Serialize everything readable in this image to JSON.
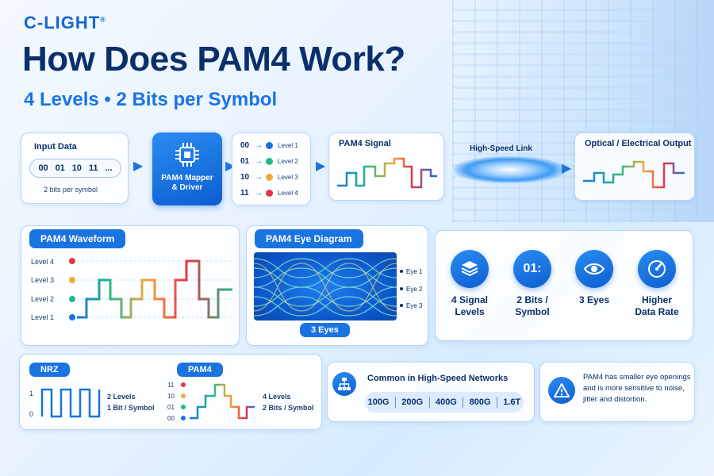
{
  "brand": {
    "logo": "C-LIGHT",
    "reg": "®"
  },
  "header": {
    "title": "How Does PAM4 Work?",
    "subtitle": "4 Levels • 2 Bits per Symbol"
  },
  "flow": {
    "input": {
      "title": "Input Data",
      "bits": [
        "00",
        "01",
        "10",
        "11",
        "..."
      ],
      "caption": "2 bits per symbol"
    },
    "mapper": {
      "label_line1": "PAM4 Mapper",
      "label_line2": "& Driver"
    },
    "mapping": [
      {
        "code": "00",
        "level": "Level 1",
        "color": "#1a74e0"
      },
      {
        "code": "01",
        "level": "Level 2",
        "color": "#1fb98a"
      },
      {
        "code": "10",
        "level": "Level 3",
        "color": "#f2a93b"
      },
      {
        "code": "11",
        "level": "Level 4",
        "color": "#e8334a"
      }
    ],
    "signal": {
      "title": "PAM4 Signal"
    },
    "link": {
      "title": "High-Speed Link"
    },
    "output": {
      "title": "Optical / Electrical Output"
    }
  },
  "waveform": {
    "title": "PAM4 Waveform",
    "levels": [
      "Level 4",
      "Level 3",
      "Level 2",
      "Level 1"
    ]
  },
  "eye": {
    "title": "PAM4 Eye Diagram",
    "eyes": [
      "Eye 1",
      "Eye 2",
      "Eye 3"
    ],
    "caption": "3 Eyes"
  },
  "features": [
    {
      "icon": "layers-icon",
      "line1": "4 Signal",
      "line2": "Levels"
    },
    {
      "icon": "binary-icon",
      "glyph": "01:",
      "line1": "2 Bits /",
      "line2": "Symbol"
    },
    {
      "icon": "eye-icon",
      "line1": "3 Eyes",
      "line2": ""
    },
    {
      "icon": "gauge-icon",
      "line1": "Higher",
      "line2": "Data Rate"
    }
  ],
  "compare": {
    "nrz": {
      "title": "NRZ",
      "ticks": [
        "1",
        "0"
      ],
      "line1": "2 Levels",
      "line2": "1 Bit / Symbol"
    },
    "pam4": {
      "title": "PAM4",
      "ticks": [
        "11",
        "10",
        "01",
        "00"
      ],
      "line1": "4 Levels",
      "line2": "2 Bits / Symbol"
    }
  },
  "networks": {
    "title": "Common in High-Speed Networks",
    "rates": [
      "100G",
      "200G",
      "400G",
      "800G",
      "1.6T"
    ]
  },
  "note": {
    "text": "PAM4 has smaller eye openings and is more sensitive to noise, jitter and distortion."
  }
}
